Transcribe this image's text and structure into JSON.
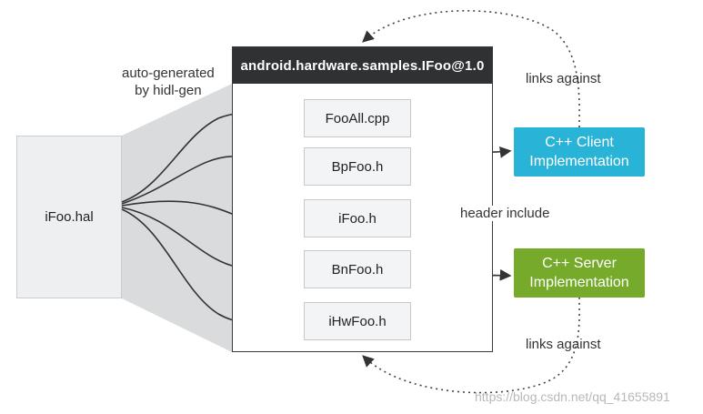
{
  "source": {
    "label": "iFoo.hal"
  },
  "generator_note": {
    "line1": "auto-generated",
    "line2": "by hidl-gen"
  },
  "package": {
    "title": "android.hardware.samples.IFoo@1.0",
    "files": [
      "FooAll.cpp",
      "BpFoo.h",
      "iFoo.h",
      "BnFoo.h",
      "iHwFoo.h"
    ]
  },
  "header_include": "header include",
  "client": {
    "line1": "C++ Client",
    "line2": "Implementation"
  },
  "server": {
    "line1": "C++ Server",
    "line2": "Implementation"
  },
  "links_top": "links against",
  "links_bottom": "links against",
  "watermark": "https://blog.csdn.net/qq_41655891",
  "colors": {
    "client": "#29b3d6",
    "server": "#75aa2b",
    "header_bar": "#2f3132",
    "wedge": "#d9dbdd"
  }
}
